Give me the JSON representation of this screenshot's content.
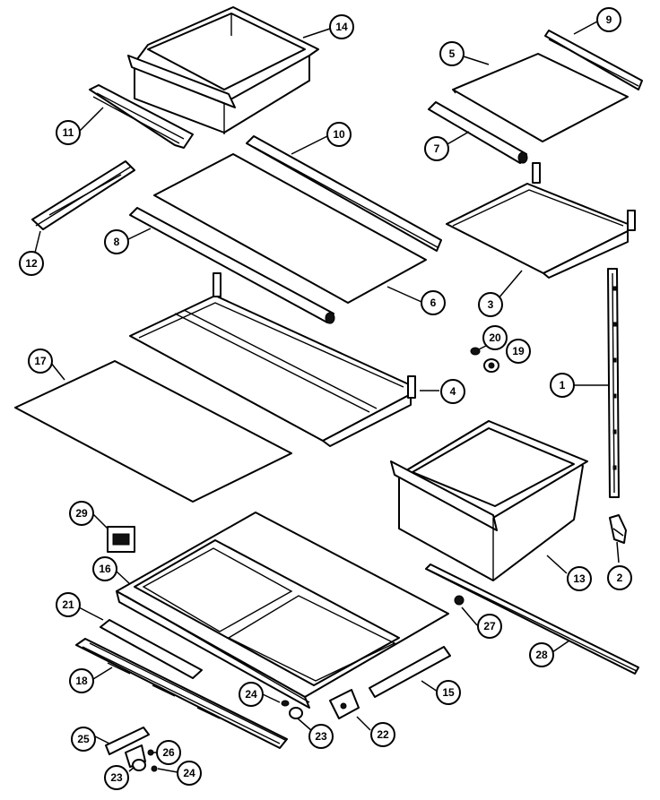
{
  "callouts": [
    {
      "id": "c14",
      "text": "14"
    },
    {
      "id": "c9",
      "text": "9"
    },
    {
      "id": "c5",
      "text": "5"
    },
    {
      "id": "c11",
      "text": "11"
    },
    {
      "id": "c10",
      "text": "10"
    },
    {
      "id": "c7",
      "text": "7"
    },
    {
      "id": "c12",
      "text": "12"
    },
    {
      "id": "c8",
      "text": "8"
    },
    {
      "id": "c6",
      "text": "6"
    },
    {
      "id": "c3",
      "text": "3"
    },
    {
      "id": "c20",
      "text": "20"
    },
    {
      "id": "c19",
      "text": "19"
    },
    {
      "id": "c17",
      "text": "17"
    },
    {
      "id": "c4",
      "text": "4"
    },
    {
      "id": "c1",
      "text": "1"
    },
    {
      "id": "c29",
      "text": "29"
    },
    {
      "id": "c16",
      "text": "16"
    },
    {
      "id": "c13",
      "text": "13"
    },
    {
      "id": "c2",
      "text": "2"
    },
    {
      "id": "c21",
      "text": "21"
    },
    {
      "id": "c27",
      "text": "27"
    },
    {
      "id": "c18",
      "text": "18"
    },
    {
      "id": "c28",
      "text": "28"
    },
    {
      "id": "c24a",
      "text": "24"
    },
    {
      "id": "c15",
      "text": "15"
    },
    {
      "id": "c23a",
      "text": "23"
    },
    {
      "id": "c22",
      "text": "22"
    },
    {
      "id": "c25",
      "text": "25"
    },
    {
      "id": "c26",
      "text": "26"
    },
    {
      "id": "c23b",
      "text": "23"
    },
    {
      "id": "c24b",
      "text": "24"
    }
  ]
}
